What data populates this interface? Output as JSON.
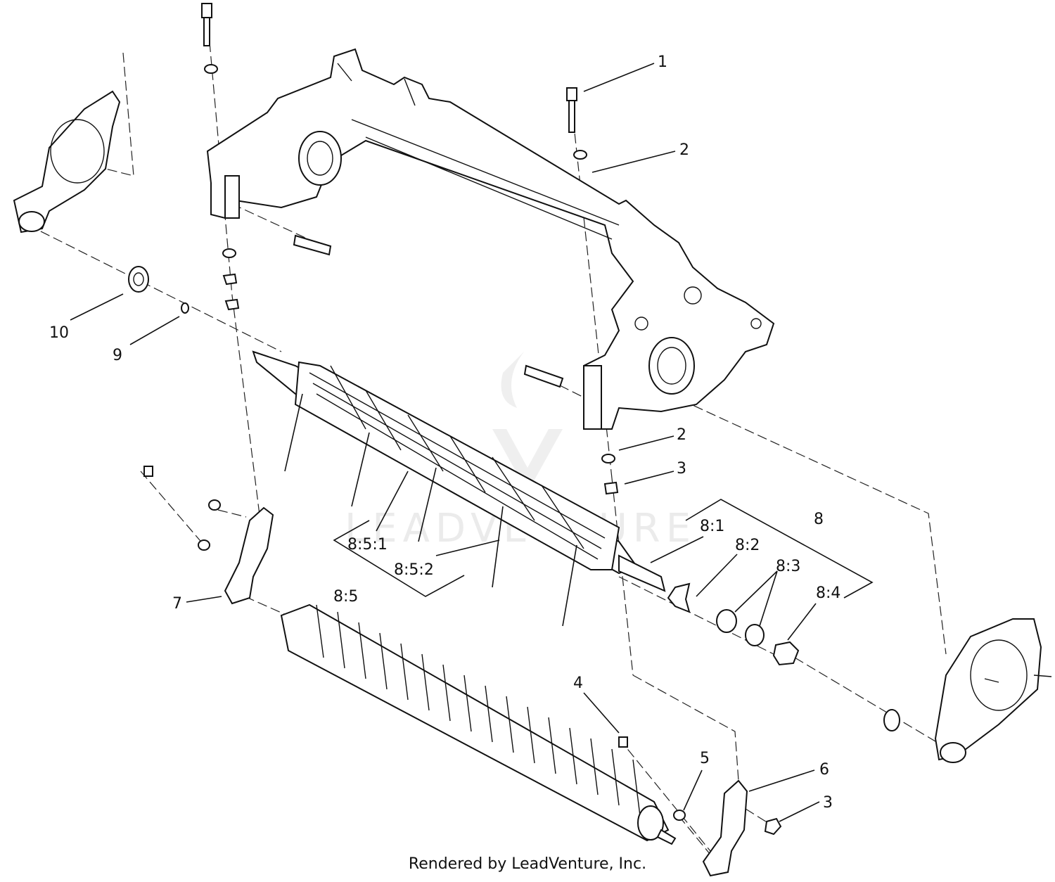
{
  "callouts": {
    "c1": "1",
    "c2a": "2",
    "c2b": "2",
    "c3a": "3",
    "c3b": "3",
    "c4": "4",
    "c5": "5",
    "c6": "6",
    "c7": "7",
    "c8": "8",
    "c8_1": "8:1",
    "c8_2": "8:2",
    "c8_3": "8:3",
    "c8_4": "8:4",
    "c8_5": "8:5",
    "c8_5_1": "8:5:1",
    "c8_5_2": "8:5:2",
    "c9": "9",
    "c10": "10"
  },
  "watermark": "LEADVENTURE",
  "footer": "Rendered by LeadVenture, Inc."
}
